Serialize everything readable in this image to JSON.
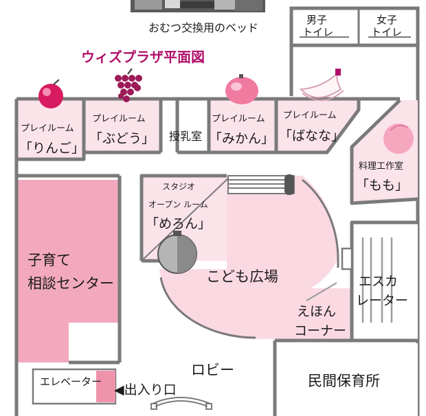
{
  "top_photo_caption": "おむつ交換用のベッド",
  "map_title": "ウィズプラザ平面図",
  "colors": {
    "title": "#b0106b",
    "wall": "#7a7a7a",
    "room_pink": "#fbe3ea",
    "consult_pink": "#f2a9bd",
    "plaza_pink": "#fbd9e2",
    "elevator_pink": "#ef93ad"
  },
  "rooms": {
    "mens_toilet": [
      "男子",
      "トイレ"
    ],
    "womens_toilet": [
      "女子",
      "トイレ"
    ],
    "play_apple": {
      "line1": "プレイルーム",
      "line2": "「りんご」"
    },
    "play_grape": {
      "line1": "プレイルーム",
      "line2": "「ぶどう」"
    },
    "nursing": "授乳室",
    "play_mikan": {
      "line1": "プレイルーム",
      "line2": "「みかん」"
    },
    "play_banana": {
      "line1": "プレイルーム",
      "line2": "「ばなな」"
    },
    "cooking": {
      "line1": "料理工作室",
      "line2": "「もも」"
    },
    "studio": {
      "line1": "スタジオ",
      "line2": "オープン ルーム",
      "line3": "「めろん」"
    },
    "consult": {
      "line1": "子育て",
      "line2": "相談センター"
    },
    "plaza": "こども広場",
    "escalator": {
      "line1": "エスカ",
      "line2": "レーター"
    },
    "picturebook": {
      "line1": "えほん",
      "line2": "コーナー"
    },
    "lobby": "ロビー",
    "nursery": "民間保育所",
    "elevator": "エレベーター",
    "entrance": "◀出入り口"
  },
  "icons": [
    "apple-icon",
    "grape-icon",
    "mikan-icon",
    "banana-icon",
    "peach-icon",
    "melon-icon"
  ]
}
